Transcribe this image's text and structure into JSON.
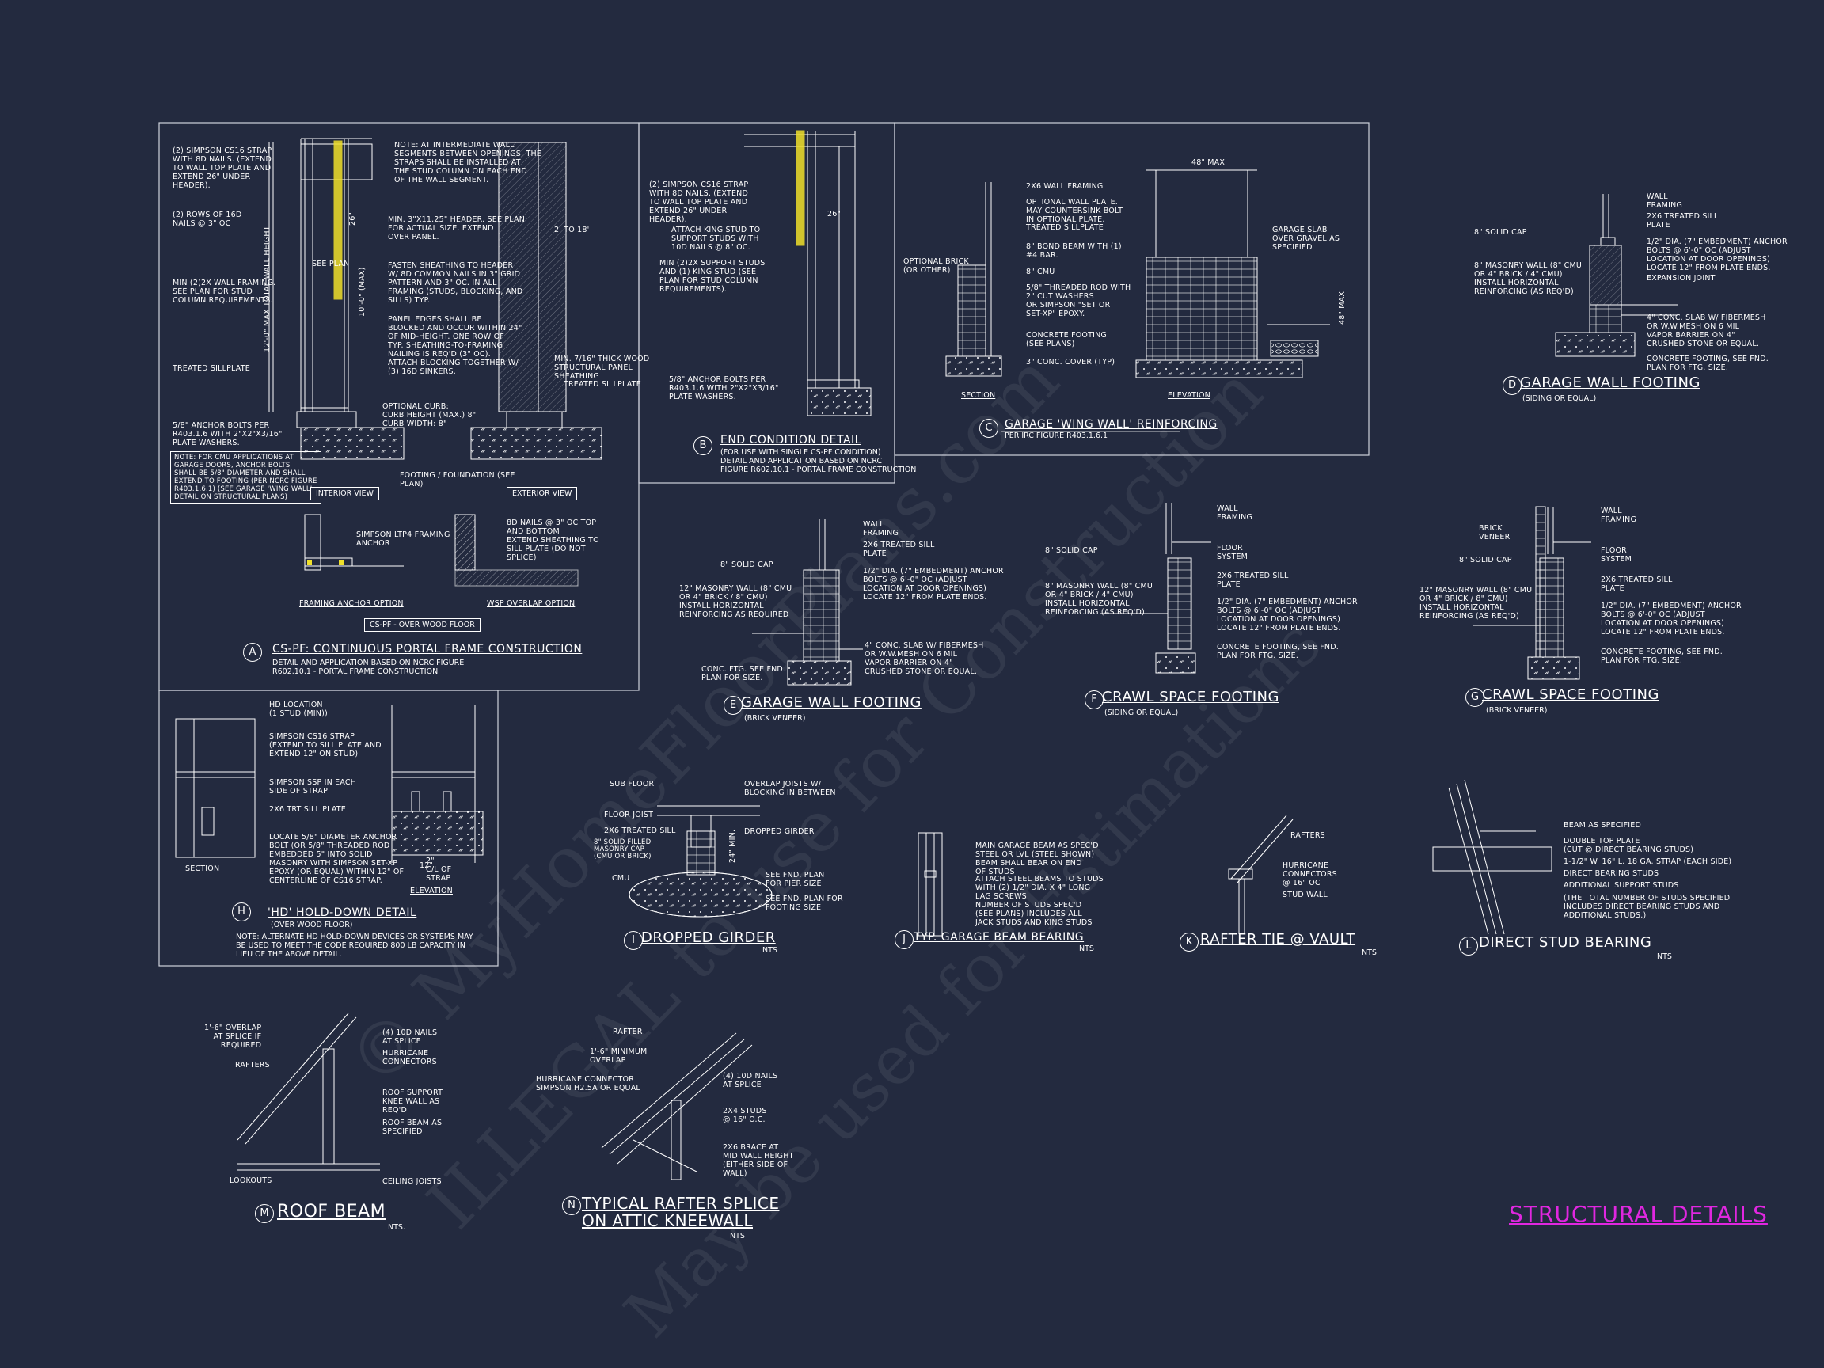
{
  "sheet_title": "STRUCTURAL DETAILS",
  "watermark": {
    "line1": "© MyHomeFloorPlans.com",
    "line2": "ILLEGAL to use for Construction",
    "line3": "May be used for Estimations"
  },
  "details": {
    "A": {
      "bubble": "A",
      "title": "CS-PF: CONTINUOUS PORTAL FRAME CONSTRUCTION",
      "subtitle": "DETAIL AND APPLICATION BASED ON NCRC FIGURE\nR602.10.1 - PORTAL FRAME CONSTRUCTION",
      "notes": [
        "(2) SIMPSON CS16 STRAP\nWITH 8d NAILS. (EXTEND\nTO WALL TOP PLATE AND\nEXTEND 26\" UNDER\nHEADER).",
        "(2) ROWS OF 16d\nNAILS @ 3\" OC",
        "MIN (2)2X WALL FRAMING.\nSEE PLAN FOR STUD\nCOLUMN REQUIREMENTS.",
        "TREATED SILLPLATE",
        "5/8\" ANCHOR BOLTS PER\nR403.1.6 WITH 2\"x2\"x3/16\"\nPLATE WASHERS.",
        "NOTE: FOR CMU APPLICATIONS AT\nGARAGE DOORS, ANCHOR BOLTS\nSHALL BE 5/8\" DIAMETER AND SHALL\nEXTEND TO FOOTING (PER NCRC FIGURE\nR403.1.6.1) (SEE GARAGE 'WING WALL'\nDETAIL ON STRUCTURAL PLANS)",
        "NOTE: AT INTERMEDIATE WALL\nSEGMENTS BETWEEN OPENINGS, THE\nSTRAPS SHALL BE INSTALLED AT\nTHE STUD COLUMN ON EACH END\nOF THE WALL SEGMENT.",
        "MIN. 3\"x11.25\" HEADER. SEE PLAN\nFOR ACTUAL SIZE. EXTEND\nOVER PANEL.",
        "FASTEN SHEATHING TO HEADER\nW/ 8d COMMON NAILS IN 3\" GRID\nPATTERN AND 3\" OC. IN ALL\nFRAMING (STUDS, BLOCKING, AND\nSILLS) TYP.",
        "PANEL EDGES SHALL BE\nBLOCKED AND OCCUR WITHIN 24\"\nOF MID-HEIGHT. ONE ROW OF\nTYP. SHEATHING-TO-FRAMING\nNAILING IS REQ'D (3\" OC).\nATTACH BLOCKING TOGETHER W/\n(3) 16d SINKERS.",
        "MIN. 7/16\" THICK WOOD\nSTRUCTURAL PANEL\nSHEATHING",
        "TREATED SILLPLATE",
        "OPTIONAL CURB:\nCURB HEIGHT (MAX.) 8\"\nCURB WIDTH: 8\"",
        "FOOTING / FOUNDATION (SEE\nPLAN)"
      ],
      "dims": [
        "2' TO 18'",
        "10'-0\" (MAX)",
        "12'-0\" MAX TOTAL WALL HEIGHT",
        "SEE PLAN",
        "26\""
      ],
      "views": [
        "INTERIOR VIEW",
        "EXTERIOR VIEW"
      ],
      "options": {
        "left_note": "SIMPSON LTP4 FRAMING\nANCHOR",
        "right_note": "8d NAILS @ 3\" OC TOP\nAND BOTTOM\nEXTEND SHEATHING TO\nSILL PLATE (DO NOT\nSPLICE)",
        "left_label": "FRAMING ANCHOR OPTION",
        "right_label": "WSP OVERLAP OPTION",
        "box_label": "CS-PF - OVER WOOD FLOOR"
      }
    },
    "B": {
      "bubble": "B",
      "title": "END CONDITION DETAIL",
      "subtitle": "(FOR USE WITH SINGLE CS-PF CONDITION)\nDETAIL AND APPLICATION BASED ON NCRC\nFIGURE R602.10.1 - PORTAL FRAME CONSTRUCTION",
      "notes": [
        "(2) SIMPSON CS16 STRAP\nWITH 8d NAILS. (EXTEND\nTO WALL TOP PLATE AND\nEXTEND 26\" UNDER\nHEADER).",
        "ATTACH KING STUD TO\nSUPPORT STUDS WITH\n10d NAILS @ 8\" OC.",
        "MIN (2)2X SUPPORT STUDS\nAND (1) KING STUD (SEE\nPLAN FOR STUD COLUMN\nREQUIREMENTS).",
        "5/8\" ANCHOR BOLTS PER\nR403.1.6 WITH 2\"x2\"x3/16\"\nPLATE WASHERS."
      ],
      "dims": [
        "26\""
      ]
    },
    "C": {
      "bubble": "C",
      "title": "GARAGE 'WING WALL' REINFORCING",
      "subtitle": "PER IRC FIGURE R403.1.6.1",
      "notes": [
        "2x6 WALL FRAMING",
        "OPTIONAL WALL PLATE.\nMAY COUNTERSINK BOLT\nIN OPTIONAL PLATE.",
        "TREATED SILLPLATE",
        "8\" BOND BEAM WITH (1)\n#4 BAR.",
        "8\" CMU",
        "5/8\" THREADED ROD WITH\n2\" CUT WASHERS\nOR SIMPSON \"SET OR\nSET-XP\" EPOXY.",
        "CONCRETE FOOTING\n(SEE PLANS)",
        "3\" CONC. COVER (TYP)",
        "OPTIONAL BRICK\n(OR OTHER)",
        "GARAGE SLAB\nOVER GRAVEL AS\nSPECIFIED"
      ],
      "dims": [
        "48\" MAX",
        "48\" MAX"
      ],
      "views": [
        "SECTION",
        "ELEVATION"
      ]
    },
    "D": {
      "bubble": "D",
      "title": "GARAGE WALL FOOTING",
      "subtitle": "(SIDING OR EQUAL)",
      "notes": [
        "WALL\nFRAMING",
        "2x6 TREATED SILL\nPLATE",
        "8\" SOLID CAP",
        "1/2\" DIA. (7\" EMBEDMENT) ANCHOR\nBOLTS @ 6'-0\" OC (ADJUST\nLOCATION AT DOOR OPENINGS)\nLOCATE 12\" FROM PLATE ENDS.",
        "8\" MASONRY WALL (8\" CMU\nOR 4\" BRICK / 4\" CMU)\nINSTALL HORIZONTAL\nREINFORCING (AS REQ'D)",
        "EXPANSION JOINT",
        "4\" CONC. SLAB w/ FIBERMESH\nOR W.W.MESH ON 6 MIL\nVAPOR BARRIER ON 4\"\nCRUSHED STONE OR EQUAL.",
        "CONCRETE FOOTING, SEE FND.\nPLAN FOR FTG. SIZE."
      ]
    },
    "E": {
      "bubble": "E",
      "title": "GARAGE WALL FOOTING",
      "subtitle": "(BRICK VENEER)",
      "notes": [
        "WALL\nFRAMING",
        "2x6 TREATED SILL\nPLATE",
        "8\" SOLID CAP",
        "1/2\" DIA. (7\" EMBEDMENT) ANCHOR\nBOLTS @ 6'-0\" OC (ADJUST\nLOCATION AT DOOR OPENINGS)\nLOCATE 12\" FROM PLATE ENDS.",
        "12\" MASONRY WALL (8\" CMU\nOR 4\" BRICK / 8\" CMU)\nINSTALL HORIZONTAL\nREINFORCING AS REQUIRED",
        "4\" CONC. SLAB w/ FIBERMESH\nOR W.W.MESH ON 6 MIL\nVAPOR BARRIER ON 4\"\nCRUSHED STONE OR EQUAL.",
        "CONC. FTG. SEE FND\nPLAN FOR SIZE."
      ]
    },
    "F": {
      "bubble": "F",
      "title": "CRAWL SPACE FOOTING",
      "subtitle": "(SIDING OR EQUAL)",
      "notes": [
        "WALL\nFRAMING",
        "8\" SOLID CAP",
        "FLOOR\nSYSTEM",
        "2x6 TREATED SILL\nPLATE",
        "8\" MASONRY WALL (8\" CMU\nOR 4\" BRICK / 4\" CMU)\nINSTALL HORIZONTAL\nREINFORCING (AS REQ'D)",
        "1/2\" DIA. (7\" EMBEDMENT) ANCHOR\nBOLTS @ 6'-0\" OC (ADJUST\nLOCATION AT DOOR OPENINGS)\nLOCATE 12\" FROM PLATE ENDS.",
        "CONCRETE FOOTING, SEE FND.\nPLAN FOR FTG. SIZE."
      ]
    },
    "G": {
      "bubble": "G",
      "title": "CRAWL SPACE FOOTING",
      "subtitle": "(BRICK VENEER)",
      "notes": [
        "BRICK\nVENEER",
        "WALL\nFRAMING",
        "8\" SOLID CAP",
        "FLOOR\nSYSTEM",
        "2x6 TREATED SILL\nPLATE",
        "12\" MASONRY WALL (8\" CMU\nOR 4\" BRICK / 8\" CMU)\nINSTALL HORIZONTAL\nREINFORCING (AS REQ'D)",
        "1/2\" DIA. (7\" EMBEDMENT) ANCHOR\nBOLTS @ 6'-0\" OC (ADJUST\nLOCATION AT DOOR OPENINGS)\nLOCATE 12\" FROM PLATE ENDS.",
        "CONCRETE FOOTING, SEE FND.\nPLAN FOR FTG. SIZE."
      ]
    },
    "H": {
      "bubble": "H",
      "title": "'HD' HOLD-DOWN DETAIL",
      "subtitle": "(OVER WOOD FLOOR)",
      "footnote": "NOTE: ALTERNATE HD HOLD-DOWN DEVICES OR SYSTEMS MAY\nBE USED TO MEET THE CODE REQUIRED 800 LB CAPACITY IN\nLIEU OF THE ABOVE DETAIL.",
      "notes": [
        "HD LOCATION\n(1 STUD (MIN))",
        "SIMPSON CS16 STRAP\n(EXTEND TO SILL PLATE AND\nEXTEND 12\" ON STUD)",
        "SIMPSON SSP IN EACH\nSIDE OF STRAP",
        "2x6 TRT SILL PLATE",
        "LOCATE 5/8\" DIAMETER ANCHOR\nBOLT (OR 5/8\" THREADED ROD\nEMBEDDED 5\" INTO SOLID\nMASONRY WITH SIMPSON SET-XP\nEPOXY (OR EQUAL) WITHIN 12\" OF\nCENTERLINE OF CS16 STRAP."
      ],
      "dims": [
        "12\"",
        "2\"\nC/L OF\nSTRAP"
      ],
      "views": [
        "SECTION",
        "ELEVATION"
      ]
    },
    "I": {
      "bubble": "I",
      "title": "DROPPED GIRDER",
      "scale": "NTS",
      "notes": [
        "SUB FLOOR",
        "FLOOR JOIST",
        "2x6 TREATED SILL",
        "8\" SOLID FILLED\nMASONRY CAP\n(CMU OR BRICK)",
        "CMU",
        "OVERLAP JOISTS w/\nBLOCKING IN BETWEEN",
        "DROPPED GIRDER",
        "SEE FND. PLAN\nFOR PIER SIZE",
        "SEE FND. PLAN FOR\nFOOTING SIZE"
      ],
      "dims": [
        "24\" MIN."
      ]
    },
    "J": {
      "bubble": "J",
      "title": "TYP. GARAGE BEAM BEARING",
      "scale": "NTS",
      "notes": [
        "MAIN GARAGE BEAM AS SPEC'D\nSTEEL OR LVL (STEEL SHOWN)",
        "BEAM SHALL BEAR ON END\nOF STUDS",
        "ATTACH STEEL BEAMS TO STUDS\nWITH (2) 1/2\" DIA. x 4\" LONG\nLAG SCREWS",
        "NUMBER OF STUDS SPEC'D\n(SEE PLANS) INCLUDES ALL\nJACK STUDS AND KING STUDS"
      ]
    },
    "K": {
      "bubble": "K",
      "title": "RAFTER TIE @ VAULT",
      "scale": "NTS",
      "notes": [
        "RAFTERS",
        "HURRICANE\nCONNECTORS\n@ 16\" OC",
        "STUD WALL"
      ]
    },
    "L": {
      "bubble": "L",
      "title": "DIRECT STUD BEARING",
      "scale": "NTS",
      "notes": [
        "BEAM AS SPECIFIED",
        "DOUBLE TOP PLATE\n(CUT @ DIRECT BEARING STUDS)",
        "1-1/2\" W. 16\" L. 18 GA. STRAP (EACH SIDE)",
        "DIRECT BEARING STUDS",
        "ADDITIONAL SUPPORT STUDS",
        "(THE TOTAL NUMBER OF STUDS SPECIFIED\nINCLUDES DIRECT BEARING STUDS AND\nADDITIONAL STUDS.)"
      ]
    },
    "M": {
      "bubble": "M",
      "title": "ROOF BEAM",
      "scale": "NTS.",
      "notes": [
        "1'-6\" OVERLAP\nAT SPLICE IF\nREQUIRED",
        "RAFTERS",
        "(4) 10d NAILS\nAT SPLICE",
        "HURRICANE\nCONNECTORS",
        "ROOF SUPPORT\nKNEE WALL AS\nREQ'D",
        "ROOF BEAM AS\nSPECIFIED",
        "LOOKOUTS",
        "CEILING JOISTS"
      ]
    },
    "N": {
      "bubble": "N",
      "title": "TYPICAL RAFTER SPLICE",
      "title2": "ON ATTIC KNEEWALL",
      "scale": "NTS",
      "notes": [
        "RAFTER",
        "1'-6\" MINIMUM\nOVERLAP",
        "HURRICANE CONNECTOR\nSIMPSON H2.5A OR EQUAL",
        "(4) 10d NAILS\nAT SPLICE",
        "2x4 STUDS\n@ 16\" O.C.",
        "2x6 BRACE AT\nMID WALL HEIGHT\n(EITHER SIDE OF\nWALL)"
      ]
    }
  }
}
